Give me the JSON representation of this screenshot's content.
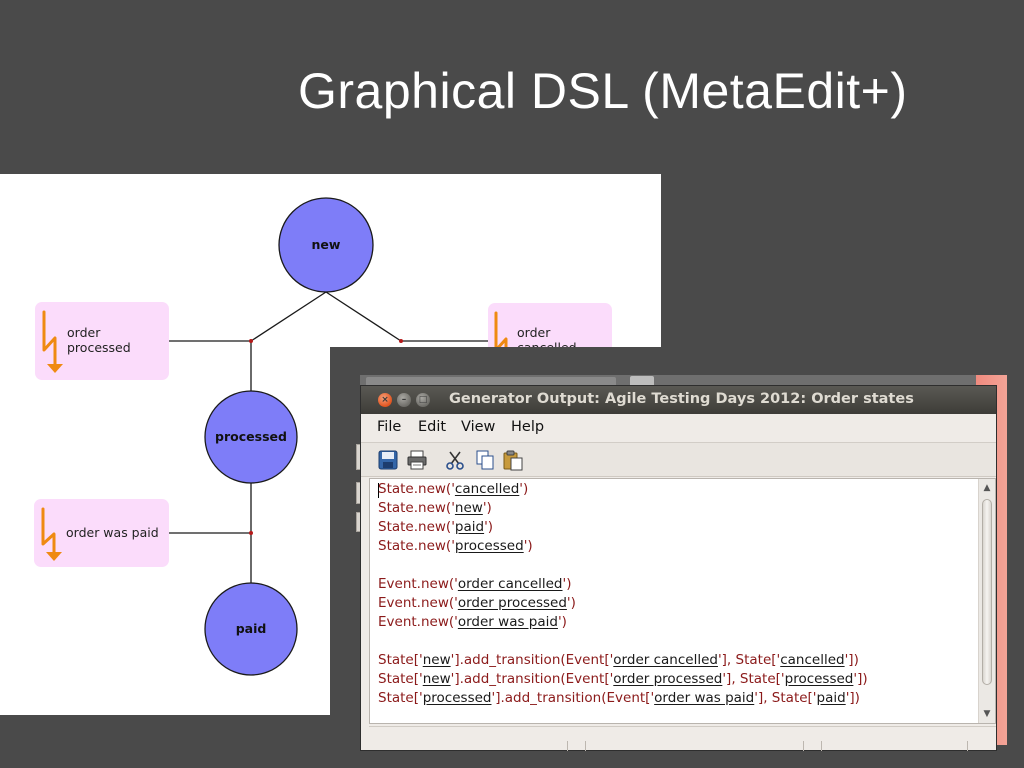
{
  "slide": {
    "title": "Graphical DSL (MetaEdit+)"
  },
  "diagram": {
    "states": [
      {
        "label": "new"
      },
      {
        "label": "processed"
      },
      {
        "label": "paid"
      }
    ],
    "events": [
      {
        "line1": "order",
        "line2": "processed"
      },
      {
        "line1": "order",
        "line2": "cancelled"
      },
      {
        "line1": "order was paid",
        "line2": ""
      }
    ],
    "colors": {
      "state_fill": "#7e7df8",
      "event_fill": "#fbdcfb",
      "event_icon": "#ef8a12"
    }
  },
  "window": {
    "title": "Generator Output: Agile Testing Days 2012: Order states",
    "close_glyph": "×",
    "min_glyph": "–",
    "max_glyph": "□",
    "menu": [
      "File",
      "Edit",
      "View",
      "Help"
    ],
    "toolbar_icons": [
      "save-icon",
      "print-icon",
      "cut-icon",
      "copy-icon",
      "paste-icon"
    ],
    "scroll_up": "▲",
    "scroll_down": "▼",
    "code": [
      [
        "State.new('",
        {
          "u": "cancelled"
        },
        "')"
      ],
      [
        "State.new('",
        {
          "u": "new"
        },
        "')"
      ],
      [
        "State.new('",
        {
          "u": "paid"
        },
        "')"
      ],
      [
        "State.new('",
        {
          "u": "processed"
        },
        "')"
      ],
      [],
      [
        "Event.new('",
        {
          "u": "order cancelled"
        },
        "')"
      ],
      [
        "Event.new('",
        {
          "u": "order processed"
        },
        "')"
      ],
      [
        "Event.new('",
        {
          "u": "order was paid"
        },
        "')"
      ],
      [],
      [
        "State['",
        {
          "u": "new"
        },
        "'].add_transition(Event['",
        {
          "u": "order cancelled"
        },
        "'], State['",
        {
          "u": "cancelled"
        },
        "'])"
      ],
      [
        "State['",
        {
          "u": "new"
        },
        "'].add_transition(Event['",
        {
          "u": "order processed"
        },
        "'], State['",
        {
          "u": "processed"
        },
        "'])"
      ],
      [
        "State['",
        {
          "u": "processed"
        },
        "'].add_transition(Event['",
        {
          "u": "order was paid"
        },
        "'], State['",
        {
          "u": "paid"
        },
        "'])"
      ]
    ]
  }
}
